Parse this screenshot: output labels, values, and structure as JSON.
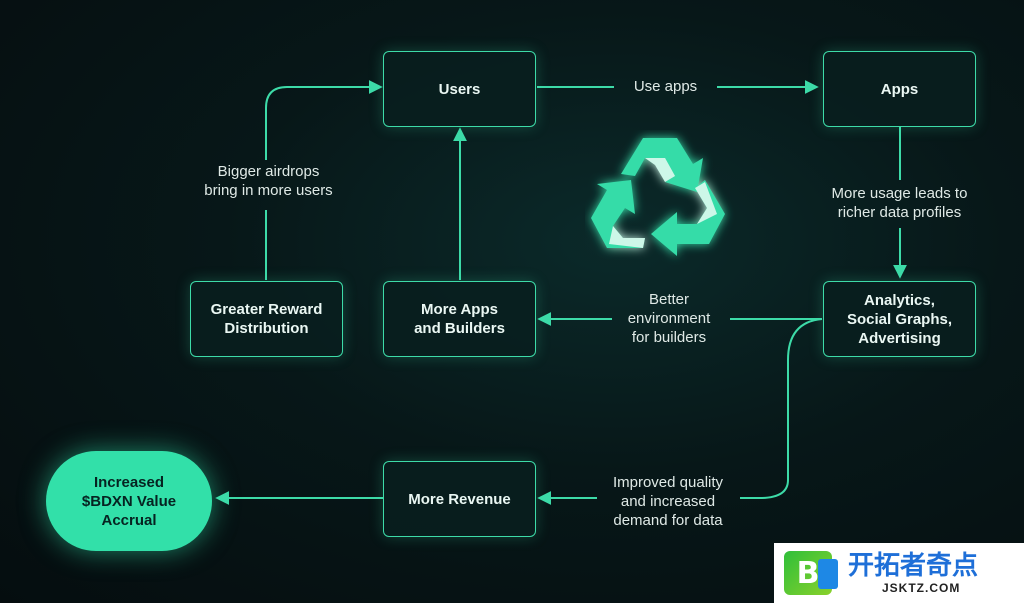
{
  "nodes": {
    "users": "Users",
    "apps": "Apps",
    "analytics": "Analytics,\nSocial Graphs,\nAdvertising",
    "more_apps": "More Apps\nand Builders",
    "greater_reward": "Greater Reward\nDistribution",
    "more_revenue": "More Revenue",
    "value_accrual": "Increased\n$BDXN Value\nAccrual"
  },
  "edge_labels": {
    "use_apps": "Use apps",
    "more_usage": "More usage leads to\nricher data profiles",
    "better_env": "Better\nenvironment\nfor builders",
    "bigger_airdrops": "Bigger airdrops\nbring in more users",
    "improved_quality": "Improved quality\nand increased\ndemand for data"
  },
  "icons": {
    "center": "recycle-icon"
  },
  "colors": {
    "accent": "#3ddba8",
    "pill": "#32e0a9",
    "background": "#071718"
  },
  "watermark": {
    "logo_letter": "B",
    "cn_text": "开拓者奇点",
    "url": "JSKTZ.COM"
  }
}
